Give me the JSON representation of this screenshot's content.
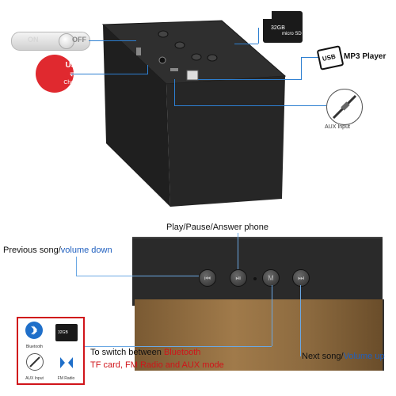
{
  "switch": {
    "on_label": "ON",
    "off_label": "OFF"
  },
  "usb_charger": {
    "line1": "USB",
    "line2": "⇌",
    "line3": "Charger"
  },
  "sd_card": {
    "capacity": "32GB",
    "label": "micro SD"
  },
  "usb_disk": {
    "label": "USB"
  },
  "mp3_player": {
    "label": "MP3 Player"
  },
  "aux_input": {
    "label": "AUX Input"
  },
  "bottom": {
    "play_pause": "Play/Pause/Answer phone",
    "previous_song": "Previous song/",
    "volume_down": "volume down",
    "next_song": "Next song/",
    "volume_up": "Volume up",
    "switch_between": "To switch between ",
    "bluetooth": "Bluetooth",
    "modes": "TF card, FM Radio and AUX mode"
  },
  "buttons": {
    "prev": "⏮",
    "play": "⏯",
    "mode": "M",
    "next": "⏭"
  },
  "legend": {
    "bluetooth": "Bluetooth",
    "sd_capacity": "32GB",
    "aux": "AUX Input",
    "fm": "FM Radio"
  },
  "colors": {
    "line_blue": "#2d7fd1",
    "text_blue": "#1f5fbf",
    "text_red": "#d0141a",
    "badge_red": "#e0292f"
  }
}
